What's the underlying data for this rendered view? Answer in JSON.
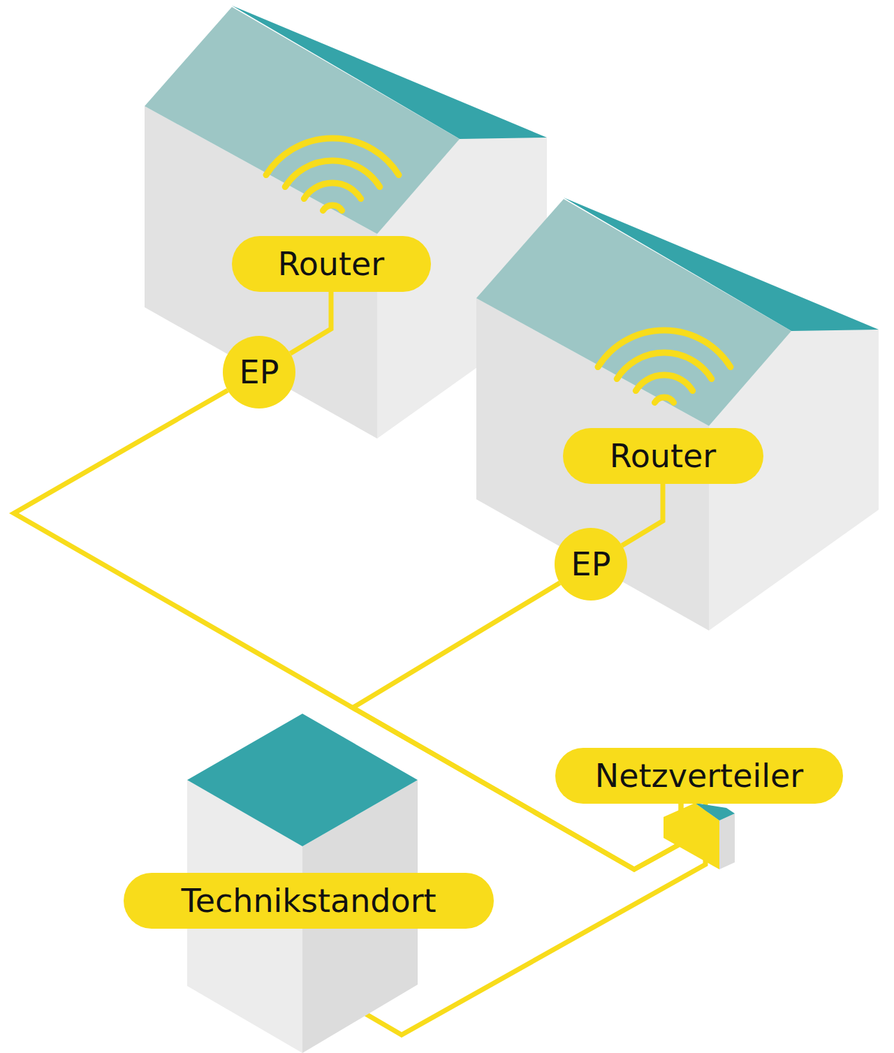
{
  "diagram": {
    "nodes": [
      {
        "text": [
          "Router"
        ]
      },
      {
        "text": [
          "EP"
        ]
      },
      {
        "text": [
          "Router"
        ]
      },
      {
        "text": [
          "EP"
        ]
      },
      {
        "text": [
          "Netzverteiler"
        ]
      },
      {
        "text": [
          "Technikstandort"
        ]
      }
    ],
    "edges": [
      {
        "from": 0,
        "to": 1,
        "arrow": "none"
      },
      {
        "from": 2,
        "to": 3,
        "arrow": "none"
      },
      {
        "from": 1,
        "to": 4,
        "arrow": "none"
      },
      {
        "from": 3,
        "to": 4,
        "arrow": "none"
      },
      {
        "from": 4,
        "to": 5,
        "arrow": "none"
      }
    ]
  }
}
